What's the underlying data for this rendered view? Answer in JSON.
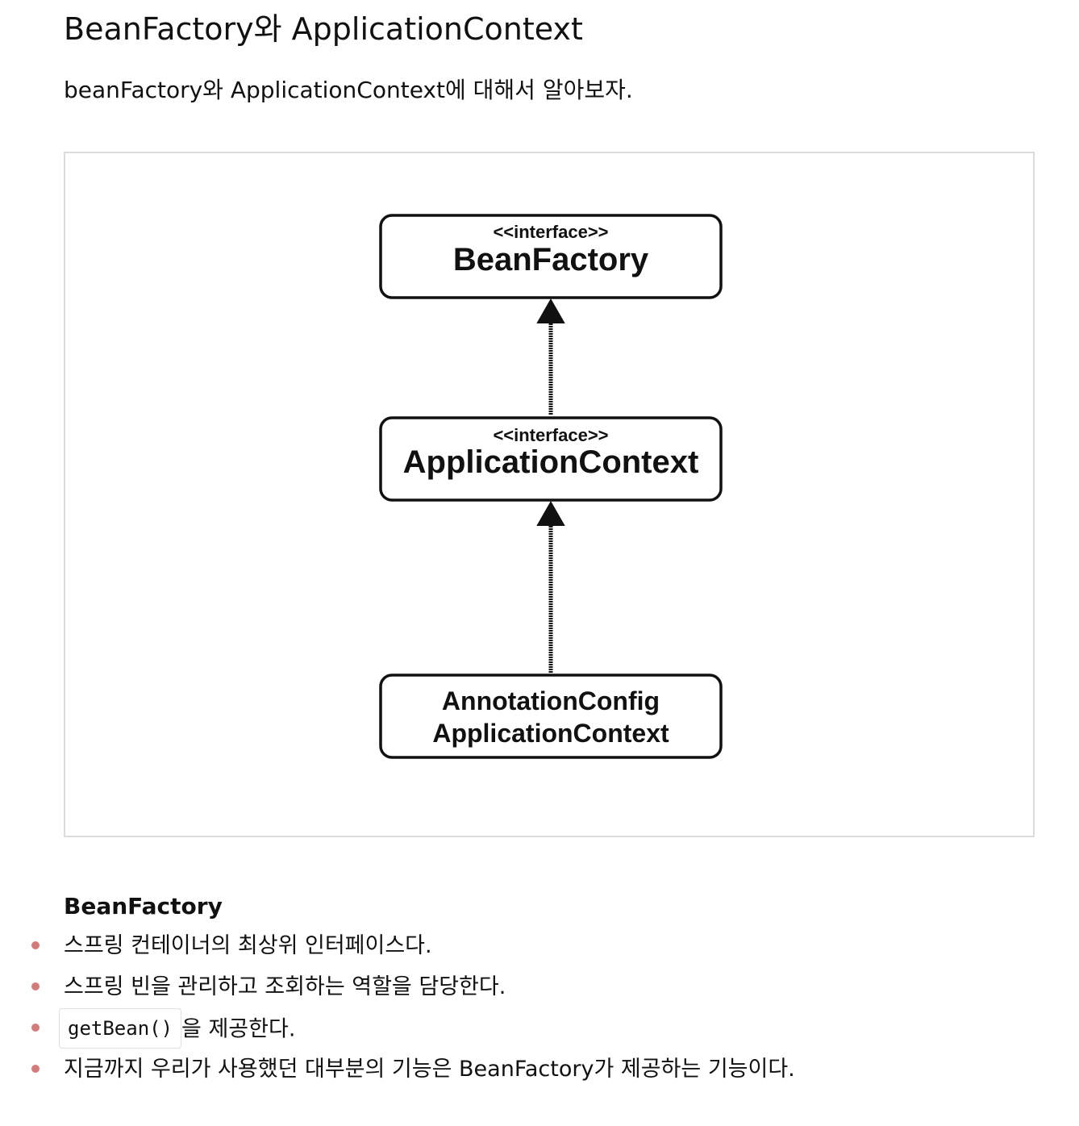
{
  "title": "BeanFactory와 ApplicationContext",
  "intro": "beanFactory와 ApplicationContext에 대해서 알아보자.",
  "diagram": {
    "boxes": [
      {
        "stereotype": "<<interface>>",
        "name_lines": [
          "BeanFactory"
        ]
      },
      {
        "stereotype": "<<interface>>",
        "name_lines": [
          "ApplicationContext"
        ]
      },
      {
        "stereotype": "",
        "name_lines": [
          "AnnotationConfig",
          "ApplicationContext"
        ]
      }
    ]
  },
  "section": {
    "heading": "BeanFactory",
    "bullets": [
      {
        "text": "스프링 컨테이너의 최상위 인터페이스다."
      },
      {
        "text": "스프링 빈을 관리하고 조회하는 역할을 담당한다."
      },
      {
        "code": "getBean()",
        "text": "을 제공한다."
      },
      {
        "text": "지금까지 우리가 사용했던 대부분의 기능은 BeanFactory가 제공하는 기능이다."
      }
    ]
  },
  "colors": {
    "bullet": "#d37b7b",
    "figure_border": "#dcdcdc",
    "text": "#111111"
  }
}
